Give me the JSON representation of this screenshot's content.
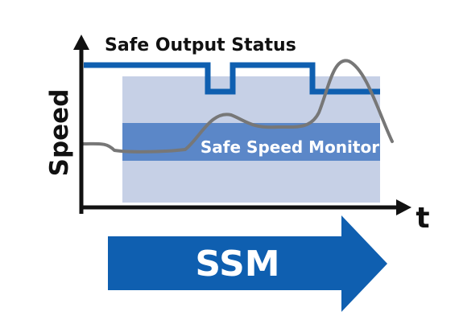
{
  "diagram": {
    "output_status_label": "Safe Output Status",
    "y_axis_label": "Speed",
    "x_axis_label": "t",
    "monitor_band_label": "Safe Speed Monitor",
    "arrow_label": "SSM"
  },
  "colors": {
    "axis": "#111111",
    "status_line": "#0f5fb0",
    "speed_curve": "#777777",
    "monitor_zone": "#c6d0e6",
    "monitor_band": "#5b87c8",
    "arrow": "#0f5fb0",
    "arrow_text": "#ffffff"
  }
}
